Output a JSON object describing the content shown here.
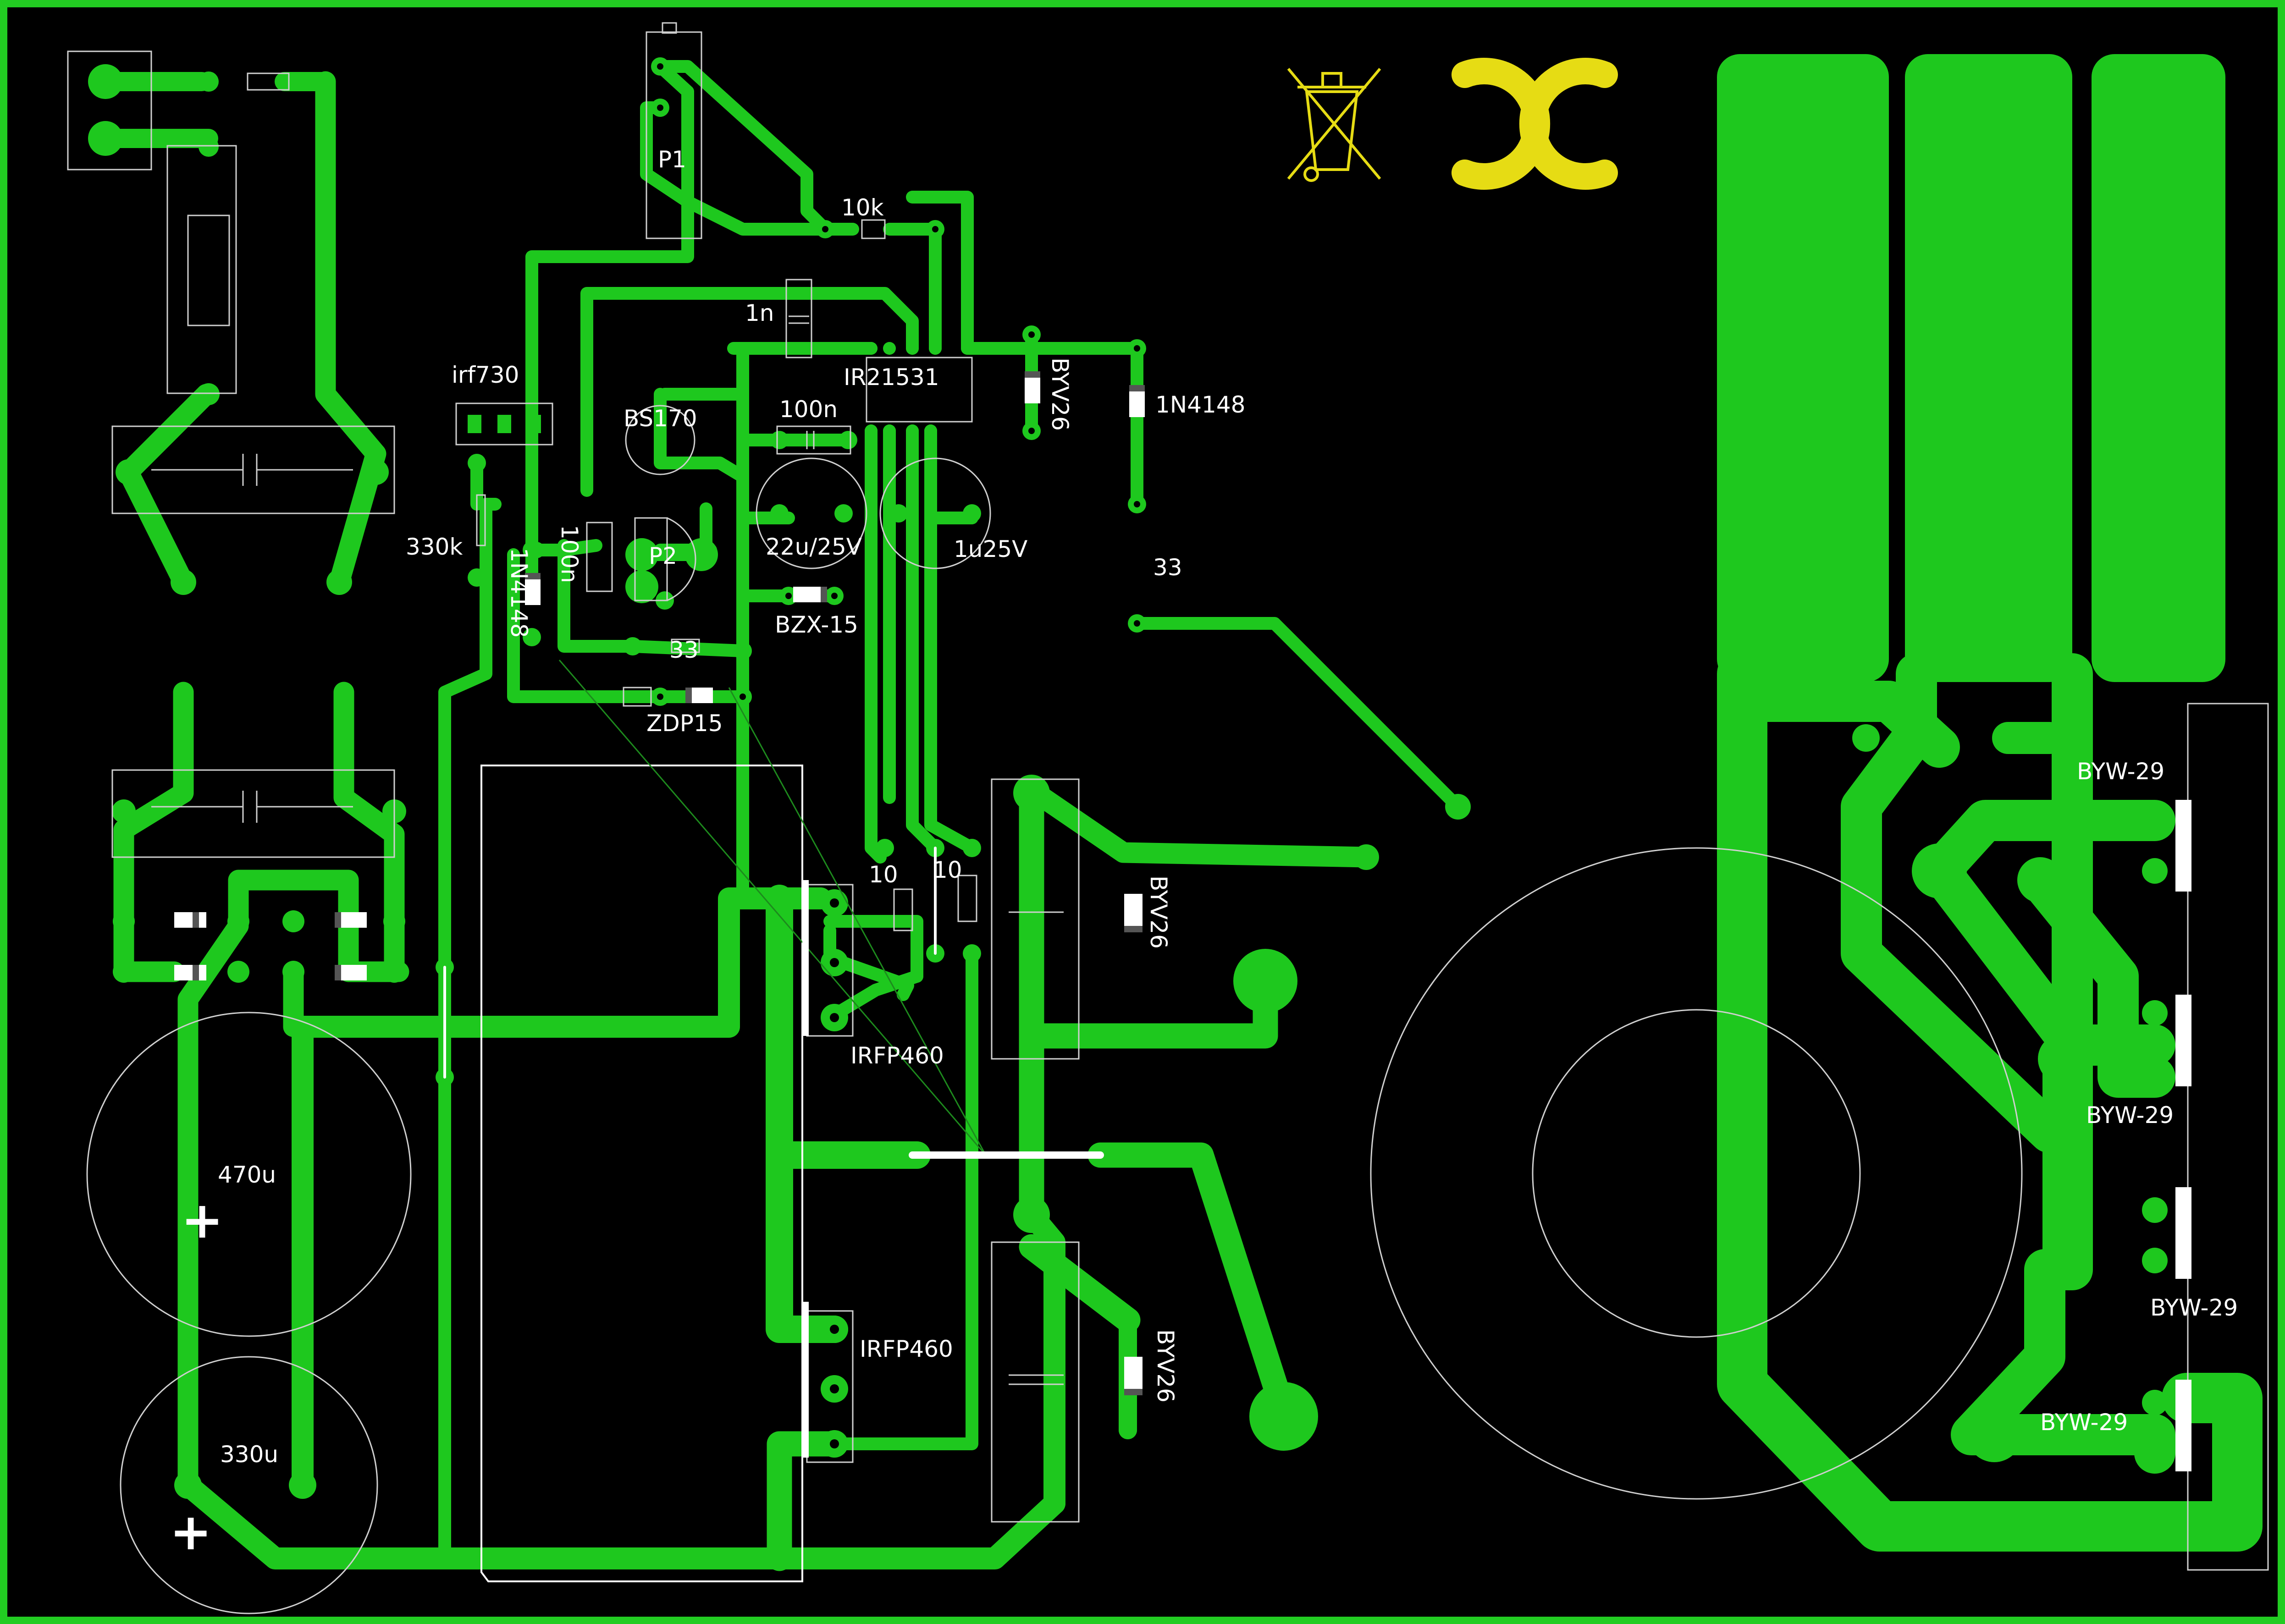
{
  "colors": {
    "background": "#000000",
    "copper": "#1ec81e",
    "silkscreen": "#ffffff",
    "mark_yellow": "#e6dc14",
    "border": "#22cc22"
  },
  "labels": {
    "p1": "P1",
    "r10k": "10k",
    "c1n": "1n",
    "ir21531": "IR21531",
    "byv26_top": "BYV26",
    "d1n4148_top": "1N4148",
    "irf730": "irf730",
    "bs170": "BS170",
    "c100n_a": "100n",
    "c100n_b": "100n",
    "p2": "P2",
    "r330k": "330k",
    "d1n4148_mid": "1N4148",
    "c22u": "22u/25V",
    "c1u": "1u25V",
    "r33_right": "33",
    "bzx15": "BZX-15",
    "r33_mid": "33",
    "zdp15": "ZDP15",
    "r10_a": "10",
    "r10_b": "10",
    "byv26_mid": "BYV26",
    "irfp460_a": "IRFP460",
    "irfp460_b": "IRFP460",
    "byv26_bottom": "BYV26",
    "c470u": "470u",
    "c330u": "330u",
    "plus_a": "+",
    "plus_b": "+",
    "byw29_a": "BYW-29",
    "byw29_b": "BYW-29",
    "byw29_c": "BYW-29",
    "byw29_d": "BYW-29"
  },
  "icons": [
    "weee-bin-icon",
    "ce-mark-icon"
  ]
}
